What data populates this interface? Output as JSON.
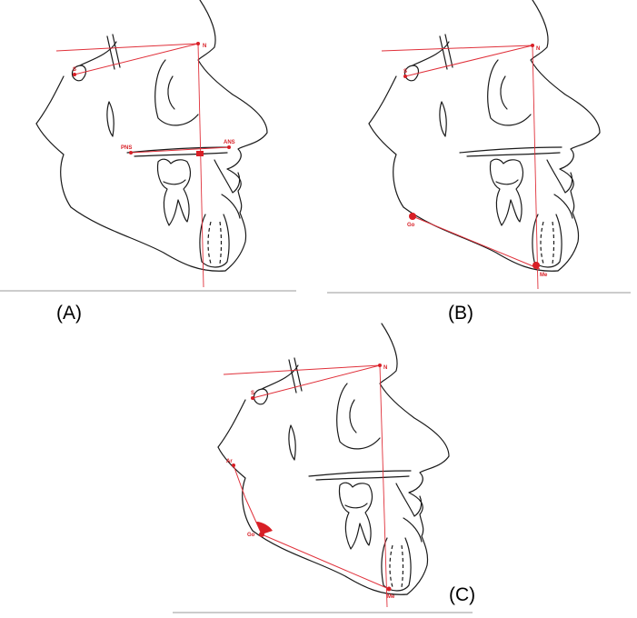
{
  "panels": [
    {
      "caption": "(A)",
      "landmarks": [
        "S",
        "N",
        "PNS",
        "ANS"
      ]
    },
    {
      "caption": "(B)",
      "landmarks": [
        "S",
        "N",
        "Go",
        "Me"
      ]
    },
    {
      "caption": "(C)",
      "landmarks": [
        "S",
        "N",
        "Ar",
        "Go",
        "Me"
      ]
    }
  ],
  "colors": {
    "landmark": "#d81f26",
    "outline": "#1a1a1a",
    "baseline": "#9a9a9a"
  }
}
